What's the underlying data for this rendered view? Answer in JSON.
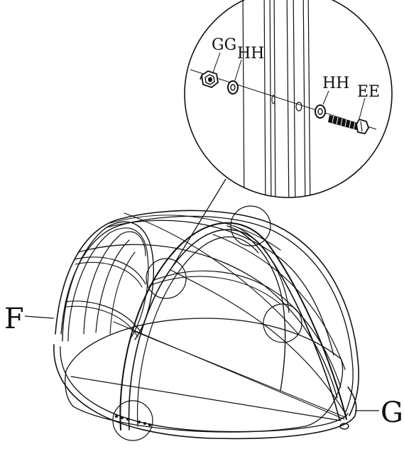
{
  "figure": {
    "callout_labels": {
      "nut": "GG",
      "washer_left": "HH",
      "washer_right": "HH",
      "bolt": "EE"
    },
    "part_labels": {
      "frame": "F",
      "base": "G"
    }
  },
  "colors": {
    "line": "#111111",
    "background": "#ffffff"
  },
  "icons": [
    "hex-nut-icon",
    "washer-icon",
    "bolt-icon"
  ]
}
